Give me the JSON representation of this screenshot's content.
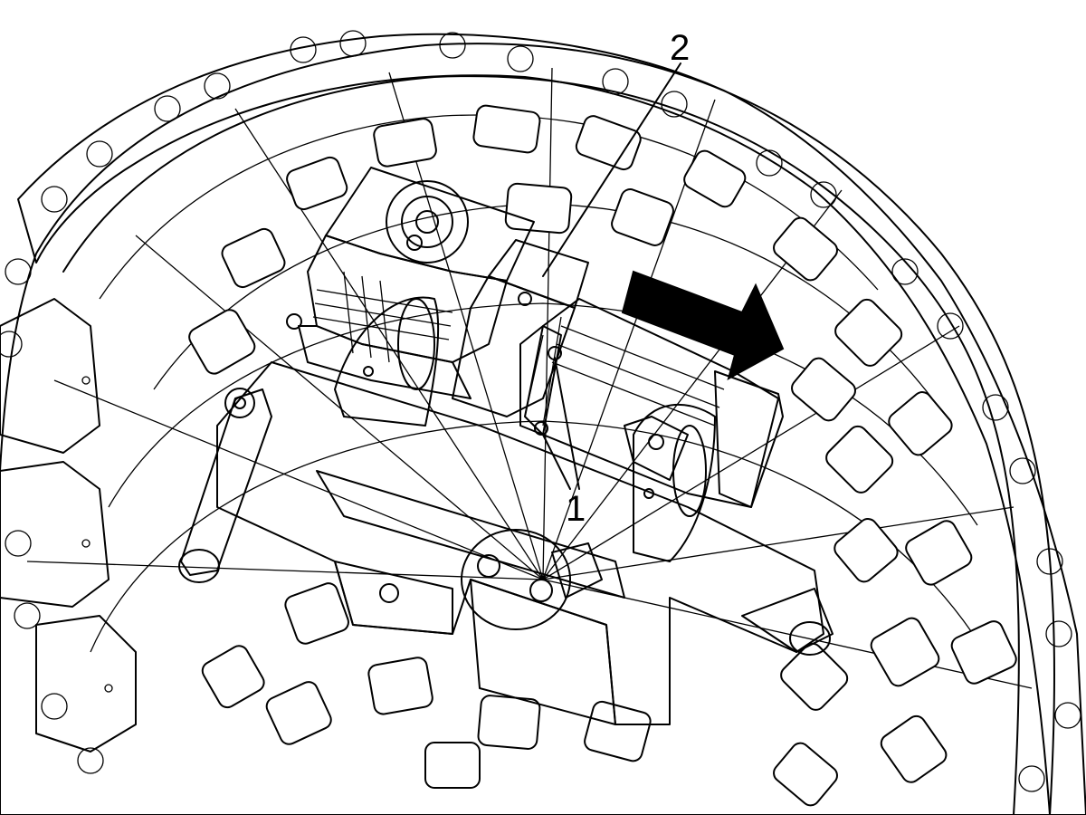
{
  "figure": {
    "callouts": [
      {
        "id": "1",
        "label": "1"
      },
      {
        "id": "2",
        "label": "2"
      }
    ],
    "direction_arrow": {
      "icon": "direction-arrow-icon",
      "color": "#000000"
    },
    "colors": {
      "line": "#000000",
      "background": "#ffffff",
      "motor_body": "#8c8c8c",
      "motor_end_cap": "#7a7a7a",
      "gearbox": "#c9c9c9",
      "mount_plate": "#d2d2d2"
    }
  }
}
